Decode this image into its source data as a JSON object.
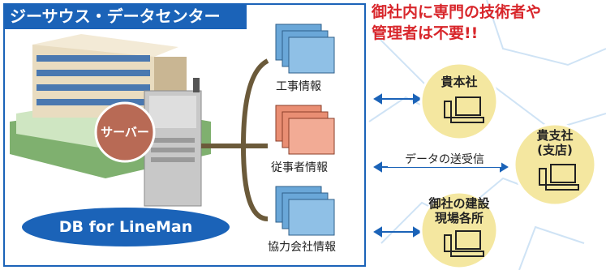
{
  "panel": {
    "title": "ジーサウス・データセンター",
    "db_label": "DB for LineMan",
    "server_label": "サーバー"
  },
  "notice": {
    "line1": "御社内に専門の技術者や",
    "line2": "管理者は不要!!"
  },
  "folders": [
    {
      "label": "工事情報",
      "color": "#6aa7d8"
    },
    {
      "label": "従事者情報",
      "color": "#e98e73"
    },
    {
      "label": "協力会社情報",
      "color": "#6aa7d8"
    }
  ],
  "clients": {
    "head_office": "貴本社",
    "branch_line1": "貴支社",
    "branch_line2": "(支店)",
    "site_line1": "御社の建設",
    "site_line2": "現場各所"
  },
  "transfer_label": "データの送受信",
  "colors": {
    "accent_blue": "#1b63b8",
    "notice_red": "#d8262b",
    "client_circle": "#f4e7a0",
    "server_circle": "#b86a55",
    "connector": "#6b5a3a"
  }
}
